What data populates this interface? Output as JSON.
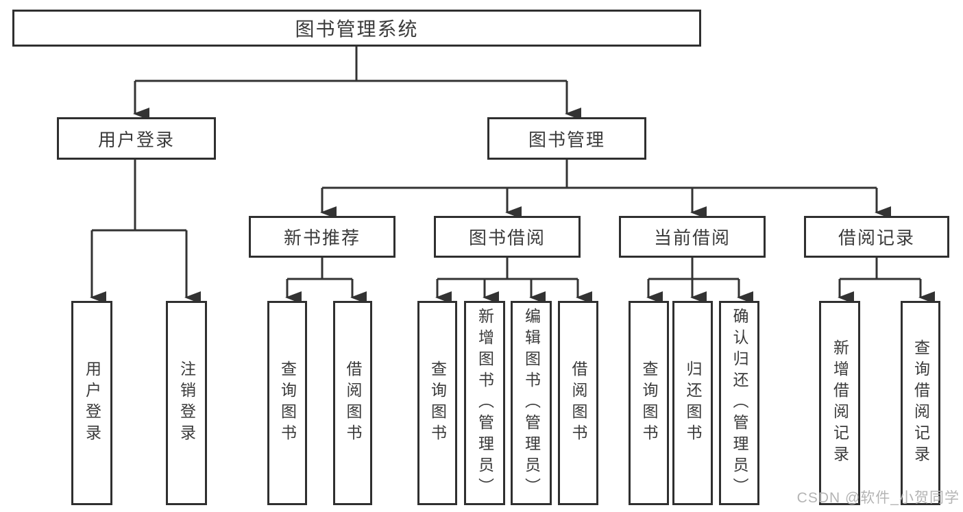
{
  "title": "图书管理系统",
  "colors": {
    "line": "#333333",
    "box_border": "#2f2f2f",
    "text": "#3a3a3a",
    "watermark": "#b4b4b4",
    "background": "#ffffff"
  },
  "root": {
    "label": "图书管理系统"
  },
  "branches": [
    {
      "label": "用户登录",
      "children": [
        {
          "label": "用户登录"
        },
        {
          "label": "注销登录"
        }
      ]
    },
    {
      "label": "图书管理",
      "children": [
        {
          "label": "新书推荐",
          "children": [
            {
              "label": "查询图书"
            },
            {
              "label": "借阅图书"
            }
          ]
        },
        {
          "label": "图书借阅",
          "children": [
            {
              "label": "查询图书"
            },
            {
              "label": "新增图书（管理员）"
            },
            {
              "label": "编辑图书（管理员）"
            },
            {
              "label": "借阅图书"
            }
          ]
        },
        {
          "label": "当前借阅",
          "children": [
            {
              "label": "查询图书"
            },
            {
              "label": "归还图书"
            },
            {
              "label": "确认归还（管理员）"
            }
          ]
        },
        {
          "label": "借阅记录",
          "children": [
            {
              "label": "新增借阅记录"
            },
            {
              "label": "查询借阅记录"
            }
          ]
        }
      ]
    }
  ],
  "watermark": {
    "text": "CSDN @软件_小贺同学"
  }
}
